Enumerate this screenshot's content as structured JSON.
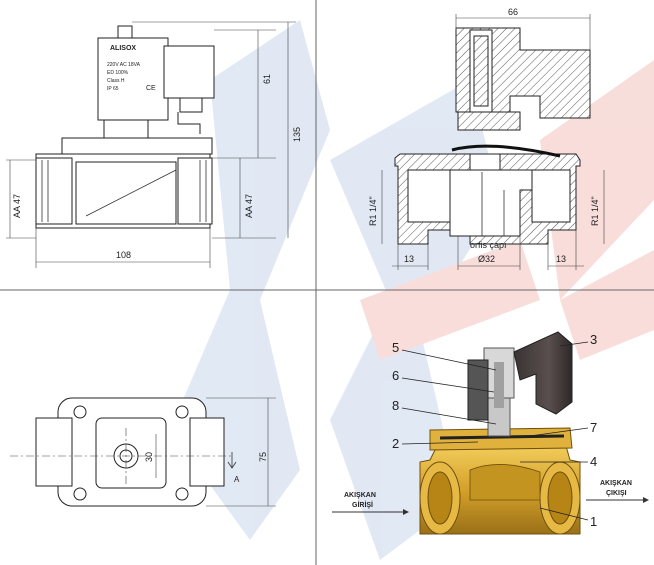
{
  "views": {
    "front": {
      "coil_brand": "ALISOX",
      "coil_lines": [
        "220V AC 18VA",
        "ED 100%",
        "Class H",
        "IP 65"
      ],
      "ce_mark": "CE",
      "dim_height_total": "135",
      "dim_height_coil": "61",
      "dim_port_left": "AA 47",
      "dim_port_right": "AA 47",
      "dim_width": "108"
    },
    "section": {
      "dim_width_top": "66",
      "thread_left": "R1 1/4\"",
      "thread_right": "R1 1/4\"",
      "orifice_label": "orfis çapı",
      "orifice_dim": "Ø32",
      "dim_left": "13",
      "dim_right": "13"
    },
    "bottom": {
      "dim_height": "75",
      "dim_center": "30",
      "arrow_label": "A"
    },
    "exploded": {
      "callouts": [
        "5",
        "3",
        "6",
        "8",
        "7",
        "2",
        "4",
        "1"
      ],
      "inlet_label_1": "AKIŞKAN",
      "inlet_label_2": "GİRİŞİ",
      "outlet_label_1": "AKIŞKAN",
      "outlet_label_2": "ÇIKIŞI"
    }
  },
  "colors": {
    "brass": "#d4a12a",
    "brass_dark": "#9a7018",
    "coil": "#4a4040",
    "watermark_blue": "#c9d7ec",
    "watermark_red": "#f3c3bd"
  }
}
